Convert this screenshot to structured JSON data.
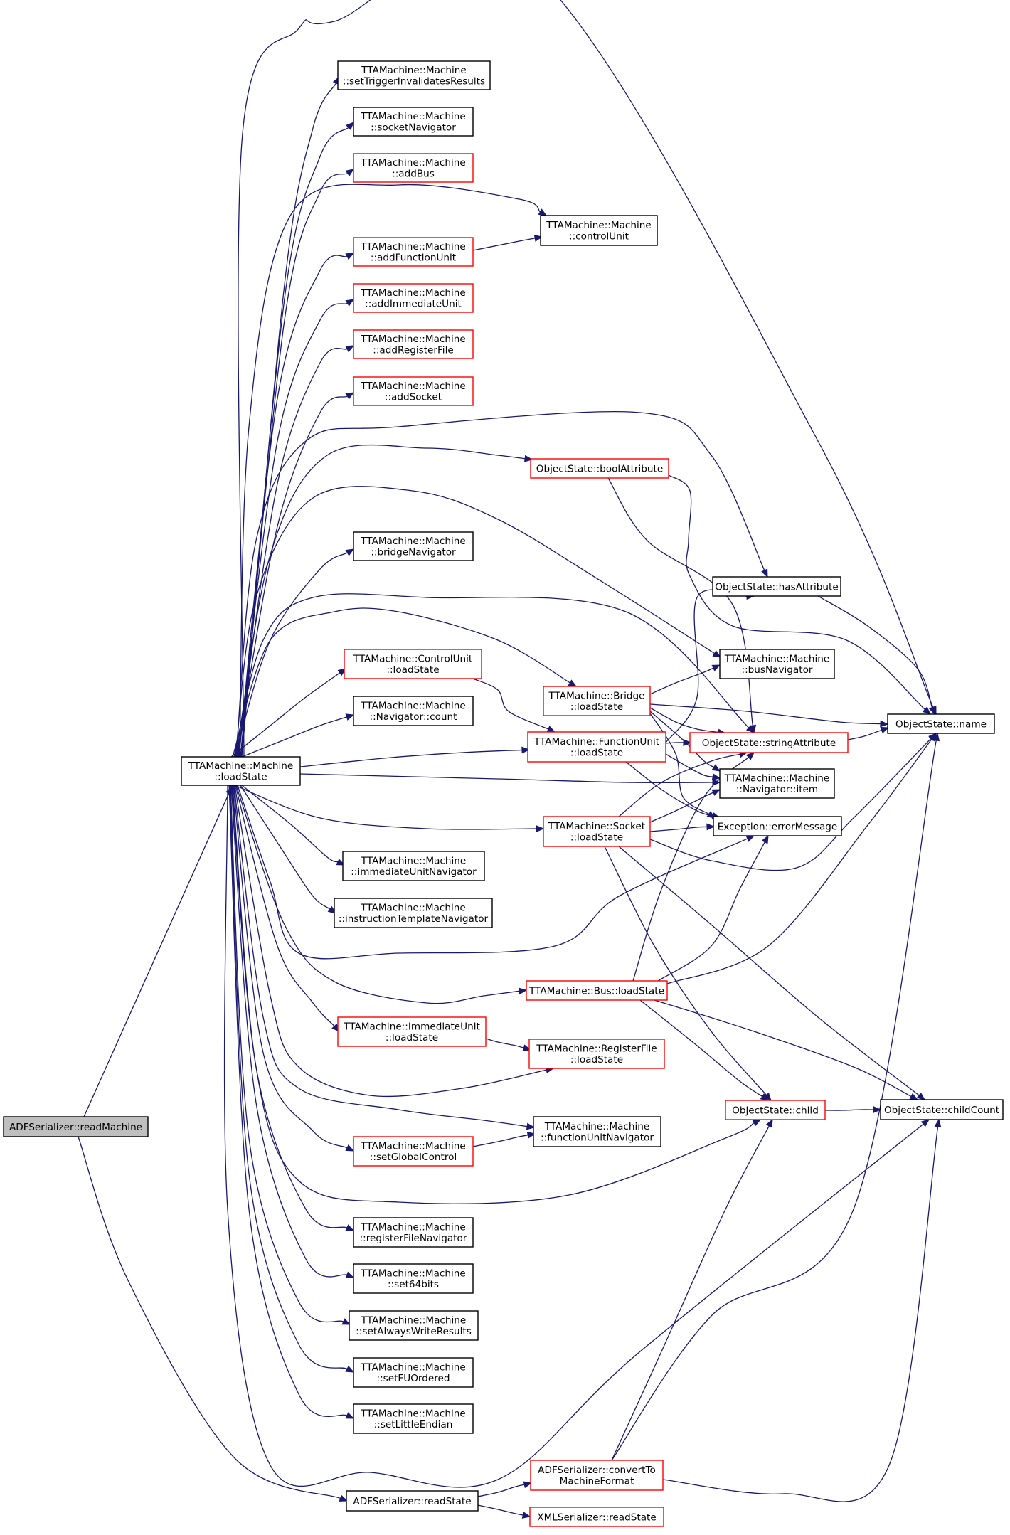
{
  "colors": {
    "edge": "#191970",
    "normal_border": "#000000",
    "highlight_border": "#ff0000",
    "root_fill": "#bfbfbf",
    "node_fill": "#ffffff"
  },
  "nodes": [
    {
      "id": "readMachine",
      "kind": "root",
      "lines": [
        "ADFSerializer::readMachine"
      ]
    },
    {
      "id": "loadState",
      "kind": "normal",
      "lines": [
        "TTAMachine::Machine",
        "::loadState"
      ]
    },
    {
      "id": "readState",
      "kind": "normal",
      "lines": [
        "ADFSerializer::readState"
      ]
    },
    {
      "id": "setTriggerInvalidatesResults",
      "kind": "normal",
      "lines": [
        "TTAMachine::Machine",
        "::setTriggerInvalidatesResults"
      ]
    },
    {
      "id": "socketNavigator",
      "kind": "normal",
      "lines": [
        "TTAMachine::Machine",
        "::socketNavigator"
      ]
    },
    {
      "id": "addBus",
      "kind": "red",
      "lines": [
        "TTAMachine::Machine",
        "::addBus"
      ]
    },
    {
      "id": "controlUnit",
      "kind": "normal",
      "lines": [
        "TTAMachine::Machine",
        "::controlUnit"
      ]
    },
    {
      "id": "addFunctionUnit",
      "kind": "red",
      "lines": [
        "TTAMachine::Machine",
        "::addFunctionUnit"
      ]
    },
    {
      "id": "addImmediateUnit",
      "kind": "red",
      "lines": [
        "TTAMachine::Machine",
        "::addImmediateUnit"
      ]
    },
    {
      "id": "addRegisterFile",
      "kind": "red",
      "lines": [
        "TTAMachine::Machine",
        "::addRegisterFile"
      ]
    },
    {
      "id": "addSocket",
      "kind": "red",
      "lines": [
        "TTAMachine::Machine",
        "::addSocket"
      ]
    },
    {
      "id": "boolAttribute",
      "kind": "red",
      "lines": [
        "ObjectState::boolAttribute"
      ]
    },
    {
      "id": "bridgeNavigator",
      "kind": "normal",
      "lines": [
        "TTAMachine::Machine",
        "::bridgeNavigator"
      ]
    },
    {
      "id": "hasAttribute",
      "kind": "normal",
      "lines": [
        "ObjectState::hasAttribute"
      ]
    },
    {
      "id": "busNavigator",
      "kind": "normal",
      "lines": [
        "TTAMachine::Machine",
        "::busNavigator"
      ]
    },
    {
      "id": "cuLoadState",
      "kind": "red",
      "lines": [
        "TTAMachine::ControlUnit",
        "::loadState"
      ]
    },
    {
      "id": "bridgeLoadState",
      "kind": "red",
      "lines": [
        "TTAMachine::Bridge",
        "::loadState"
      ]
    },
    {
      "id": "name",
      "kind": "normal",
      "lines": [
        "ObjectState::name"
      ]
    },
    {
      "id": "navCount",
      "kind": "normal",
      "lines": [
        "TTAMachine::Machine",
        "::Navigator::count"
      ]
    },
    {
      "id": "fuLoadState",
      "kind": "red",
      "lines": [
        "TTAMachine::FunctionUnit",
        "::loadState"
      ]
    },
    {
      "id": "stringAttribute",
      "kind": "red",
      "lines": [
        "ObjectState::stringAttribute"
      ]
    },
    {
      "id": "navItem",
      "kind": "normal",
      "lines": [
        "TTAMachine::Machine",
        "::Navigator::item"
      ]
    },
    {
      "id": "socketLoadState",
      "kind": "red",
      "lines": [
        "TTAMachine::Socket",
        "::loadState"
      ]
    },
    {
      "id": "errorMessage",
      "kind": "normal",
      "lines": [
        "Exception::errorMessage"
      ]
    },
    {
      "id": "immediateUnitNavigator",
      "kind": "normal",
      "lines": [
        "TTAMachine::Machine",
        "::immediateUnitNavigator"
      ]
    },
    {
      "id": "instructionTemplateNavigator",
      "kind": "normal",
      "lines": [
        "TTAMachine::Machine",
        "::instructionTemplateNavigator"
      ]
    },
    {
      "id": "busLoadState",
      "kind": "red",
      "lines": [
        "TTAMachine::Bus::loadState"
      ]
    },
    {
      "id": "iuLoadState",
      "kind": "red",
      "lines": [
        "TTAMachine::ImmediateUnit",
        "::loadState"
      ]
    },
    {
      "id": "rfLoadState",
      "kind": "red",
      "lines": [
        "TTAMachine::RegisterFile",
        "::loadState"
      ]
    },
    {
      "id": "child",
      "kind": "red",
      "lines": [
        "ObjectState::child"
      ]
    },
    {
      "id": "childCount",
      "kind": "normal",
      "lines": [
        "ObjectState::childCount"
      ]
    },
    {
      "id": "functionUnitNavigator",
      "kind": "normal",
      "lines": [
        "TTAMachine::Machine",
        "::functionUnitNavigator"
      ]
    },
    {
      "id": "setGlobalControl",
      "kind": "red",
      "lines": [
        "TTAMachine::Machine",
        "::setGlobalControl"
      ]
    },
    {
      "id": "registerFileNavigator",
      "kind": "normal",
      "lines": [
        "TTAMachine::Machine",
        "::registerFileNavigator"
      ]
    },
    {
      "id": "set64bits",
      "kind": "normal",
      "lines": [
        "TTAMachine::Machine",
        "::set64bits"
      ]
    },
    {
      "id": "setAlwaysWriteResults",
      "kind": "normal",
      "lines": [
        "TTAMachine::Machine",
        "::setAlwaysWriteResults"
      ]
    },
    {
      "id": "setFUOrdered",
      "kind": "normal",
      "lines": [
        "TTAMachine::Machine",
        "::setFUOrdered"
      ]
    },
    {
      "id": "setLittleEndian",
      "kind": "normal",
      "lines": [
        "TTAMachine::Machine",
        "::setLittleEndian"
      ]
    },
    {
      "id": "convertToMachineFormat",
      "kind": "red",
      "lines": [
        "ADFSerializer::convertTo",
        "MachineFormat"
      ]
    },
    {
      "id": "xmlReadState",
      "kind": "red",
      "lines": [
        "XMLSerializer::readState"
      ]
    }
  ],
  "edges": [
    [
      "readMachine",
      "loadState"
    ],
    [
      "readMachine",
      "readState"
    ],
    [
      "loadState",
      "name"
    ],
    [
      "loadState",
      "setTriggerInvalidatesResults"
    ],
    [
      "loadState",
      "socketNavigator"
    ],
    [
      "loadState",
      "addBus"
    ],
    [
      "loadState",
      "controlUnit"
    ],
    [
      "loadState",
      "addFunctionUnit"
    ],
    [
      "loadState",
      "addImmediateUnit"
    ],
    [
      "loadState",
      "addRegisterFile"
    ],
    [
      "loadState",
      "addSocket"
    ],
    [
      "loadState",
      "hasAttribute"
    ],
    [
      "loadState",
      "boolAttribute"
    ],
    [
      "loadState",
      "busNavigator"
    ],
    [
      "loadState",
      "bridgeNavigator"
    ],
    [
      "loadState",
      "stringAttribute"
    ],
    [
      "loadState",
      "bridgeLoadState"
    ],
    [
      "loadState",
      "cuLoadState"
    ],
    [
      "loadState",
      "navCount"
    ],
    [
      "loadState",
      "fuLoadState"
    ],
    [
      "loadState",
      "navItem"
    ],
    [
      "loadState",
      "socketLoadState"
    ],
    [
      "loadState",
      "immediateUnitNavigator"
    ],
    [
      "loadState",
      "instructionTemplateNavigator"
    ],
    [
      "loadState",
      "errorMessage"
    ],
    [
      "loadState",
      "busLoadState"
    ],
    [
      "loadState",
      "iuLoadState"
    ],
    [
      "loadState",
      "rfLoadState"
    ],
    [
      "loadState",
      "functionUnitNavigator"
    ],
    [
      "loadState",
      "setGlobalControl"
    ],
    [
      "loadState",
      "child"
    ],
    [
      "loadState",
      "registerFileNavigator"
    ],
    [
      "loadState",
      "set64bits"
    ],
    [
      "loadState",
      "setAlwaysWriteResults"
    ],
    [
      "loadState",
      "setFUOrdered"
    ],
    [
      "loadState",
      "setLittleEndian"
    ],
    [
      "loadState",
      "childCount"
    ],
    [
      "addFunctionUnit",
      "controlUnit"
    ],
    [
      "boolAttribute",
      "name"
    ],
    [
      "boolAttribute",
      "stringAttribute"
    ],
    [
      "hasAttribute",
      "name"
    ],
    [
      "cuLoadState",
      "fuLoadState"
    ],
    [
      "bridgeLoadState",
      "busNavigator"
    ],
    [
      "bridgeLoadState",
      "name"
    ],
    [
      "bridgeLoadState",
      "stringAttribute"
    ],
    [
      "bridgeLoadState",
      "navItem"
    ],
    [
      "bridgeLoadState",
      "errorMessage"
    ],
    [
      "fuLoadState",
      "hasAttribute"
    ],
    [
      "fuLoadState",
      "stringAttribute"
    ],
    [
      "fuLoadState",
      "navItem"
    ],
    [
      "fuLoadState",
      "errorMessage"
    ],
    [
      "stringAttribute",
      "name"
    ],
    [
      "socketLoadState",
      "stringAttribute"
    ],
    [
      "socketLoadState",
      "navItem"
    ],
    [
      "socketLoadState",
      "errorMessage"
    ],
    [
      "socketLoadState",
      "name"
    ],
    [
      "socketLoadState",
      "child"
    ],
    [
      "socketLoadState",
      "childCount"
    ],
    [
      "busLoadState",
      "stringAttribute"
    ],
    [
      "busLoadState",
      "errorMessage"
    ],
    [
      "busLoadState",
      "name"
    ],
    [
      "busLoadState",
      "child"
    ],
    [
      "busLoadState",
      "childCount"
    ],
    [
      "iuLoadState",
      "rfLoadState"
    ],
    [
      "setGlobalControl",
      "functionUnitNavigator"
    ],
    [
      "child",
      "childCount"
    ],
    [
      "readState",
      "convertToMachineFormat"
    ],
    [
      "readState",
      "xmlReadState"
    ],
    [
      "convertToMachineFormat",
      "child"
    ],
    [
      "convertToMachineFormat",
      "name"
    ],
    [
      "convertToMachineFormat",
      "childCount"
    ]
  ]
}
